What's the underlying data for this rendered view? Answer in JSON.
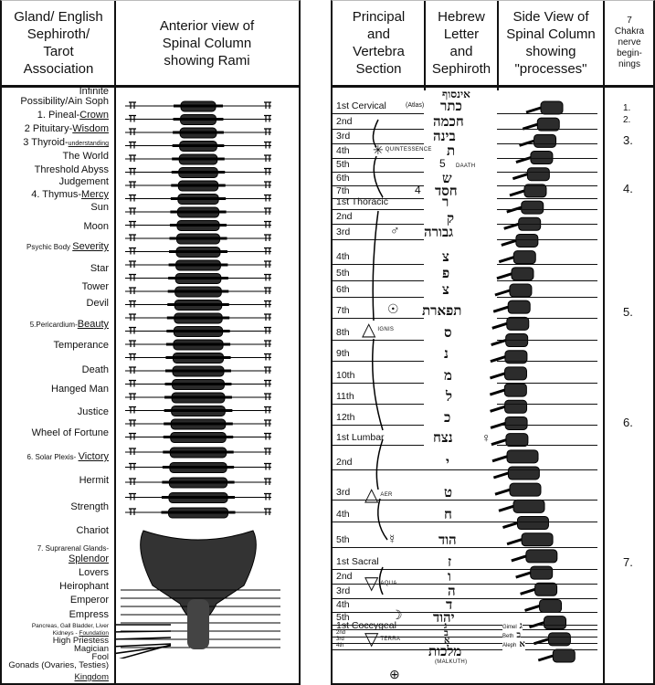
{
  "left_panel": {
    "headers": [
      "Gland/ English\nSephiroth/\nTarot\nAssociation",
      "Anterior view of\nSpinal Column\nshowing Rami"
    ],
    "labels": [
      {
        "t": "Infinite"
      },
      {
        "t": "Possibility/Ain Soph"
      },
      {
        "t": "1. Pineal-",
        "u": "Crown"
      },
      {
        "t": "2  Pituitary-",
        "u": "Wisdom"
      },
      {
        "t": "3 Thyroid-",
        "u": "understanding",
        "small": true
      },
      {
        "t": "The World"
      },
      {
        "t": "Threshold Abyss"
      },
      {
        "t": "Judgement"
      },
      {
        "t": "4. Thymus-",
        "u": "Mercy"
      },
      {
        "t": "Sun"
      },
      {
        "t": "Moon"
      },
      {
        "t": "Psychic Body ",
        "u": "Severity",
        "smallprefix": true
      },
      {
        "t": "Star"
      },
      {
        "t": "Tower"
      },
      {
        "t": "Devil"
      },
      {
        "t": "5.Pericardium-",
        "u": "Beauty",
        "smallprefix": true
      },
      {
        "t": "Temperance"
      },
      {
        "t": "Death"
      },
      {
        "t": "Hanged Man"
      },
      {
        "t": "Justice"
      },
      {
        "t": "Wheel of Fortune"
      },
      {
        "t": "6. Solar Plexis- ",
        "u": "Victory",
        "smallprefix": true
      },
      {
        "t": "Hermit"
      },
      {
        "t": "Strength"
      },
      {
        "t": "Chariot"
      },
      {
        "t": "7. Suprarenal Glands-",
        "smallprefix": true
      },
      {
        "t": "",
        "u": "Splendor"
      },
      {
        "t": "Lovers"
      },
      {
        "t": "Heirophant"
      },
      {
        "t": "Emperor"
      },
      {
        "t": "Empress"
      },
      {
        "t": "Pancreas, Gall Bladder, Liver",
        "smallprefix": true
      },
      {
        "t": "Kidneys - ",
        "u": "Foundation",
        "smallprefix": true
      },
      {
        "t": "High Priestess"
      },
      {
        "t": "Magician"
      },
      {
        "t": "Fool"
      },
      {
        "t": "Gonads (Ovaries, Testies)"
      },
      {
        "t": "",
        "u": "Kingdom"
      }
    ]
  },
  "right_panel": {
    "headers": [
      "Principal\nand\nVertebra\nSection",
      "Hebrew\nLetter\nand\nSephiroth",
      "Side View of\nSpinal Column\nshowing\n\"processes\"",
      "7\nChakra\nnerve\nbegin-\nnings"
    ],
    "vertebrae": [
      "1st Cervical",
      "2nd",
      "3rd",
      "4th",
      "5th",
      "6th",
      "7th",
      "1st  Thoracic",
      "2nd",
      "3rd",
      "4th",
      "5th",
      "6th",
      "7th",
      "8th",
      "9th",
      "10th",
      "11th",
      "12th",
      "1st     Lumbar",
      "2nd",
      "3rd",
      "4th",
      "5th",
      "1st     Sacral",
      "2nd",
      "3rd",
      "4th",
      "5th",
      "1st     Coccygeal",
      "2nd",
      "3rd",
      "4th"
    ],
    "atlas_note": "(Atlas)",
    "hebrew": [
      "אינסוף",
      "כתר",
      "חכמה",
      "בינה",
      "ת",
      "ש",
      "חסד",
      "ר",
      "ק",
      "גבורה",
      "צ",
      "פ",
      "צ",
      "תפארת",
      "ס",
      "נ",
      "מ",
      "ל",
      "כ",
      "נצח",
      "י",
      "ט",
      "ח",
      "הוד",
      "ז",
      "ו",
      "ה",
      "ד",
      "יהוד",
      "ג",
      "ב",
      "א",
      "מלכות"
    ],
    "sephira_numbers": [
      "5",
      "4"
    ],
    "daath": "DAATH",
    "malkuth": "(MALKUTH)",
    "symbols": [
      {
        "glyph": "✳",
        "note": "QUINTESSENCE"
      },
      {
        "glyph": "♂",
        "note": ""
      },
      {
        "glyph": "☉",
        "note": ""
      },
      {
        "glyph": "△",
        "note": "IGNIS"
      },
      {
        "glyph": "♀",
        "note": ""
      },
      {
        "glyph": "△",
        "note": "AER"
      },
      {
        "glyph": "☿",
        "note": ""
      },
      {
        "glyph": "▽",
        "note": "AQUA"
      },
      {
        "glyph": "☽",
        "note": ""
      },
      {
        "glyph": "▽",
        "note": "TERRA"
      },
      {
        "glyph": "⊕",
        "note": ""
      }
    ],
    "side_labels": [
      {
        "t": "Gimel",
        "h": "ג"
      },
      {
        "t": "Beth",
        "h": "ב"
      },
      {
        "t": "Aleph",
        "h": "א"
      }
    ],
    "chakras": [
      "1.",
      "2.",
      "3.",
      "4.",
      "5.",
      "6.",
      "7."
    ]
  }
}
